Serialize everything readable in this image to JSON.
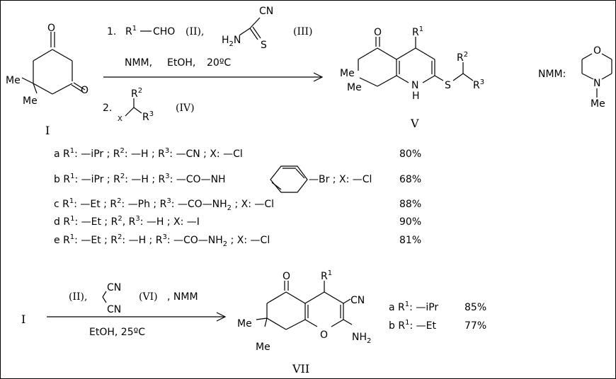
{
  "scheme1": {
    "step1": {
      "num": "1.",
      "r1": "R",
      "r1_sup": "1",
      "cho": "—CHO",
      "cmpd2": "(II),",
      "cn": "CN",
      "h2n": "H",
      "h2n_sub": "2",
      "h2n_n": "N",
      "s": "S",
      "cmpd3": "(III)"
    },
    "conditions": {
      "nmm": "NMM,",
      "solvent": "EtOH,",
      "temp": "20ºC"
    },
    "step2": {
      "num": "2.",
      "x": "X",
      "r2": "R",
      "r2_sup": "2",
      "r3": "R",
      "r3_sup": "3",
      "cmpd4": "(IV)"
    },
    "start": {
      "o_top": "O",
      "o_bottom": "O",
      "me1": "Me",
      "me2": "Me",
      "label": "I"
    },
    "product": {
      "o": "O",
      "r1": "R",
      "r1_sup": "1",
      "me1": "Me",
      "me2": "Me",
      "n": "N",
      "h": "H",
      "s": "S",
      "r2": "R",
      "r2_sup": "2",
      "r3": "R",
      "r3_sup": "3",
      "label": "V"
    },
    "nmm_def": {
      "label": "NMM:",
      "o": "O",
      "n": "N",
      "me": "Me"
    }
  },
  "table1": {
    "rows": [
      {
        "text": "a R1: —iPr ; R2: —H ; R3: —CN ; X: —Cl",
        "yield": "80%"
      },
      {
        "text": "b R1: —iPr ; R2: —H ; R3: —CO—NH—⟨4-C6H4⟩—Br ; X: —Cl",
        "yield": "68%"
      },
      {
        "text": "c R1: —Et ; R2: —Ph ; R3: —CO—NH2 ; X: —Cl",
        "yield": "88%"
      },
      {
        "text": "d R1: —Et ; R2, R3: —H ; X: —I",
        "yield": "90%"
      },
      {
        "text": "e R1: —Et ; R2: —H ; R3: —CO—NH2 ; X: —Cl",
        "yield": "81%"
      }
    ]
  },
  "scheme2": {
    "start": "I",
    "reagent2": "(II),",
    "cn1": "CN",
    "cn2": "CN",
    "reagent6": "(VI)",
    "nmm": ", NMM",
    "conditions": "EtOH,  25ºC",
    "product": {
      "o": "O",
      "r1": "R",
      "r1_sup": "1",
      "cn": "CN",
      "me1": "Me",
      "me2": "Me",
      "o_ring": "O",
      "nh2": "NH",
      "nh2_sub": "2",
      "label": "VII"
    },
    "yields": [
      {
        "letter": "a",
        "r": "R",
        "sup": "1",
        "group": ": —iPr",
        "yield": "85%"
      },
      {
        "letter": "b",
        "r": "R",
        "sup": "1",
        "group": ": —Et",
        "yield": "77%"
      }
    ]
  }
}
